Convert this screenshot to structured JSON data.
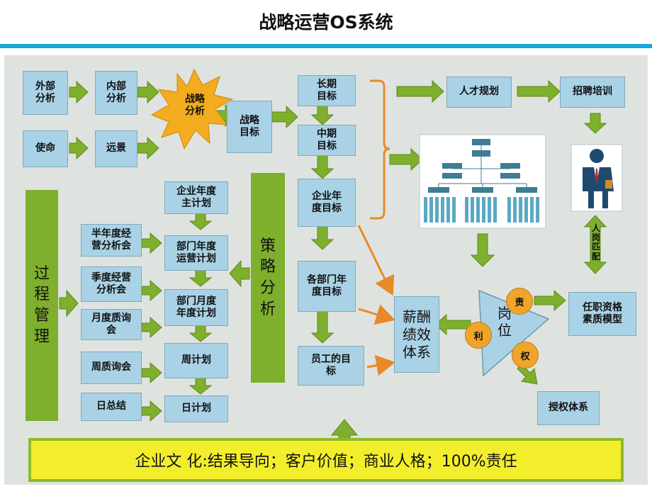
{
  "header": {
    "title": "战略运营OS系统"
  },
  "nodes": {
    "external": "外部\n分析",
    "internal": "内部\n分析",
    "mission": "使命",
    "vision": "远景",
    "strategic_analysis_burst": "战略\n分析",
    "strategic_goal": "战略\n目标",
    "long_term": "长期\n目标",
    "mid_term": "中期\n目标",
    "annual_goal": "企业年\n度目标",
    "dept_annual_goal": "各部门年\n度目标",
    "employee_goal": "员工的目\n标",
    "talent_plan": "人才规划",
    "recruit_train": "招聘培训",
    "enterprise_plan": "企业年度\n主计划",
    "dept_annual_plan": "部门年度\n运营计划",
    "dept_monthly_plan": "部门月度\n年度计划",
    "weekly_plan": "周计划",
    "daily_plan": "日计划",
    "half_year": "半年度经\n营分析会",
    "quarterly": "季度经营\n分析会",
    "monthly": "月度质询\n会",
    "weekly_meeting": "周质询会",
    "daily_summary": "日总结",
    "process_mgmt": "过\n程\n管\n理",
    "strategy_analysis_bar": "策\n略\n分\n析",
    "compensation": "薪酬\n绩效\n体系",
    "position": "岗\n位",
    "responsibility": "责",
    "benefit": "利",
    "authority": "权",
    "qualification": "任职资格\n素质模型",
    "authorization": "授权体系",
    "person_match": "人\n岗\n匹\n配"
  },
  "culture": {
    "text": "企业文 化:结果导向；客户价值；商业人格；100%责任"
  },
  "colors": {
    "box": "#a9d2e6",
    "arrow": "#7eaf2d",
    "accent": "#17a9d9",
    "burst": "#f2ac1e",
    "orange": "#e8892a",
    "culture": "#f3ee2c"
  }
}
